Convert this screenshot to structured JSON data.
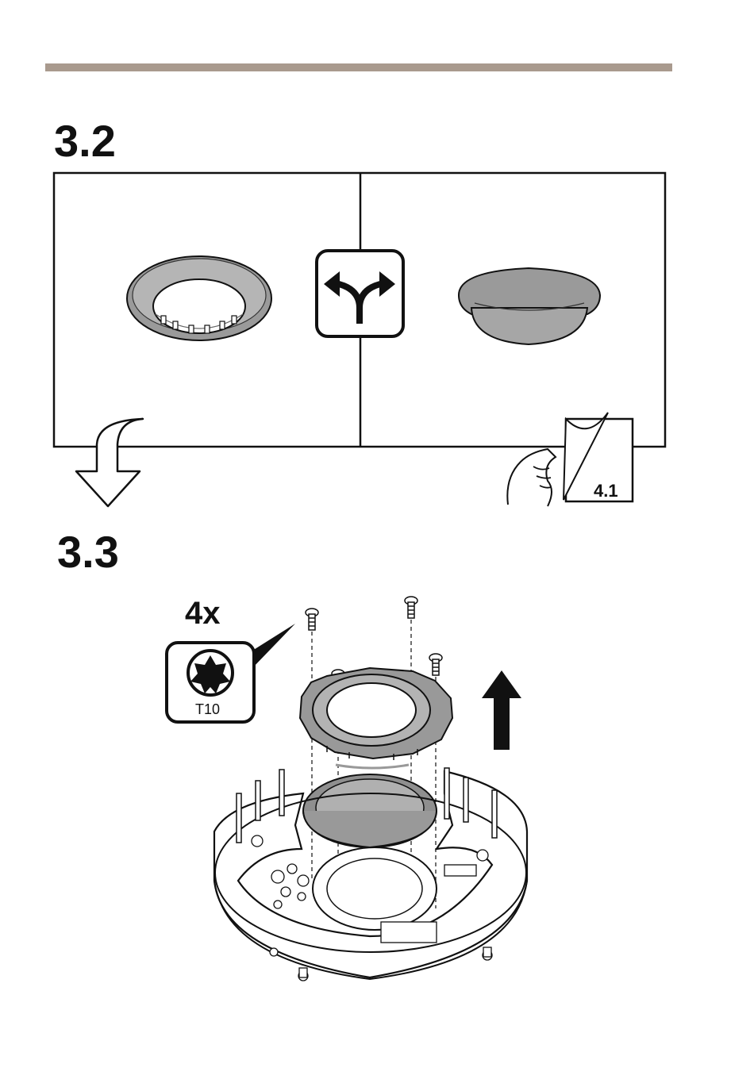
{
  "header": {
    "accent_color": "#a99a8e"
  },
  "steps": [
    {
      "number": "3.2"
    },
    {
      "number": "3.3"
    }
  ],
  "step_32": {
    "choice_icon": "branching-arrows-icon",
    "left_option": "ring-trim-icon",
    "right_option": "dome-cover-icon",
    "next_arrow": "curved-down-arrow-icon",
    "page_reference": "4.1"
  },
  "step_33": {
    "screw_count": "4x",
    "tool_label": "T10",
    "tool_icon": "torx-bit-icon",
    "lift_arrow": "up-arrow-icon"
  }
}
